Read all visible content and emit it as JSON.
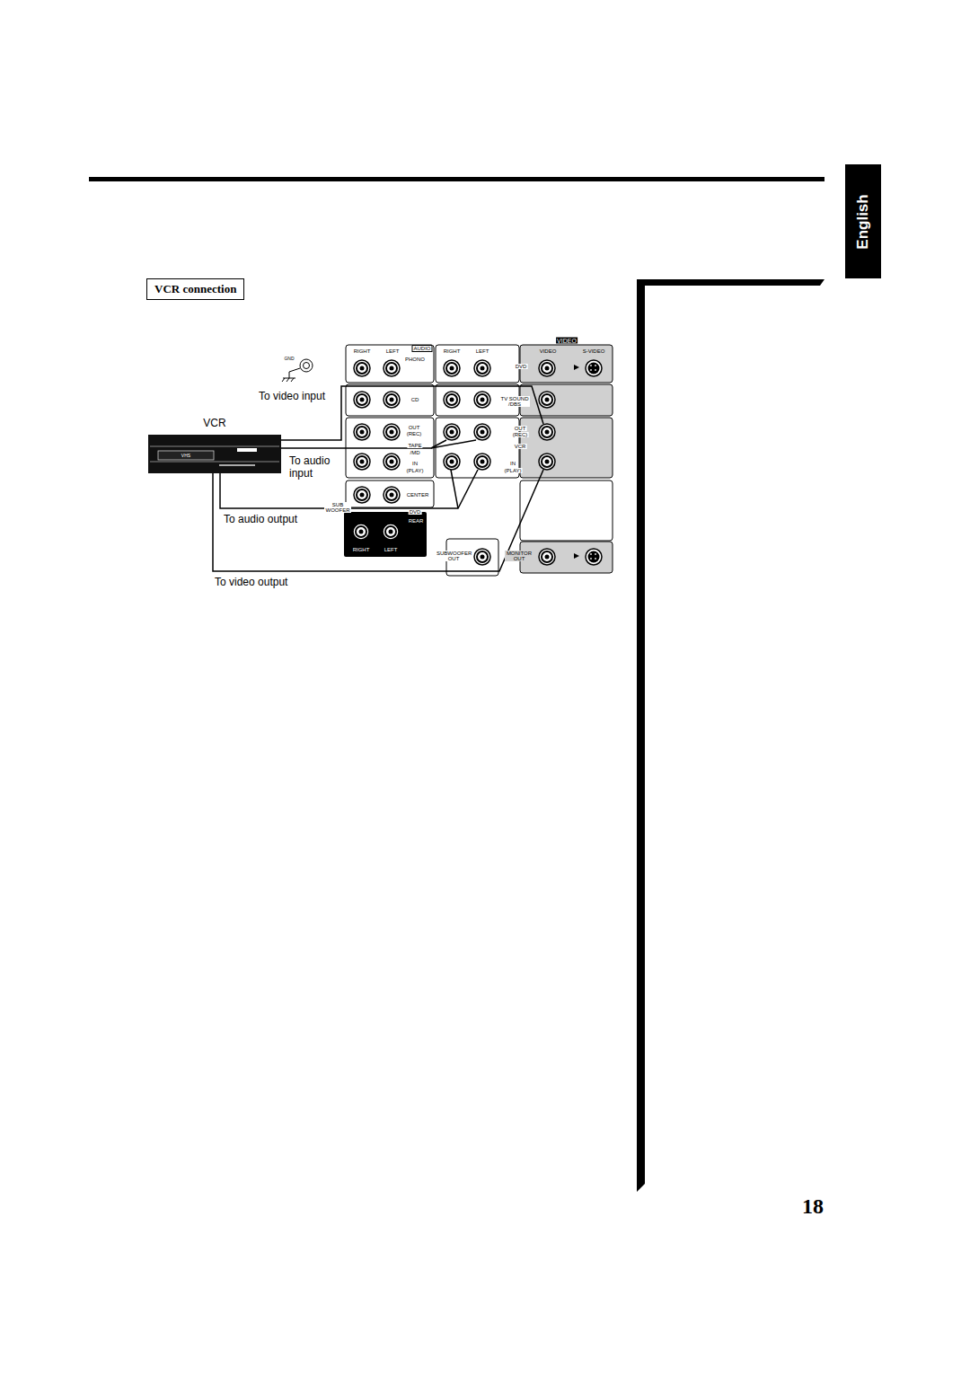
{
  "diagram": {
    "nodes": [
      {
        "text": [
          "English"
        ]
      },
      {
        "text": [
          "VCR connection"
        ]
      },
      {
        "text": [
          "VCR"
        ]
      }
    ],
    "labels": [
      "To video input",
      "To audio input",
      "To audio output",
      "To video output",
      "GND",
      "RIGHT",
      "LEFT",
      "AUDIO",
      "PHONO",
      "RIGHT",
      "LEFT",
      "CD",
      "OUT",
      "(REC)",
      "TAPE",
      "/MD",
      "IN",
      "(PLAY)",
      "CENTER",
      "SUB WOOFER",
      "DVD",
      "REAR",
      "RIGHT",
      "LEFT",
      "VIDEO",
      "VIDEO",
      "S-VIDEO",
      "DVD",
      "TV SOUND /DBS",
      "OUT",
      "(REC)",
      "VCR",
      "IN",
      "(PLAY)",
      "SUBWOOFER OUT",
      "MONITOR OUT",
      "VHS",
      "18"
    ]
  }
}
